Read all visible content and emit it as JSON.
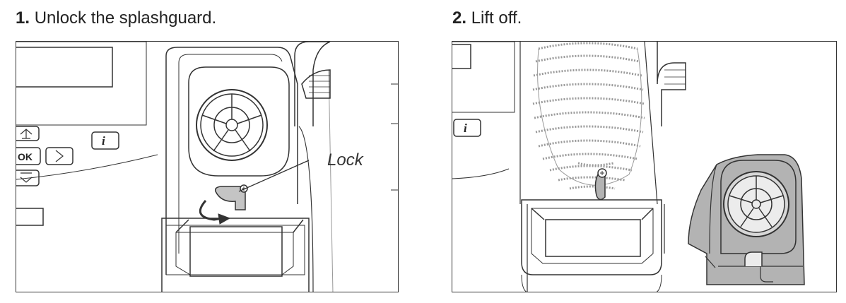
{
  "steps": [
    {
      "number": "1.",
      "text": "Unlock the splashguard."
    },
    {
      "number": "2.",
      "text": "Lift off."
    }
  ],
  "illustration1": {
    "callout_label": "Lock",
    "buttons": {
      "info": "i",
      "ok": "OK"
    },
    "icons": [
      "up-arrow-icon",
      "right-arrow-icon",
      "down-arrow-icon",
      "info-icon",
      "rotate-arrow-icon",
      "screw-icon"
    ]
  },
  "illustration2": {
    "buttons": {
      "info": "i"
    },
    "icons": [
      "info-icon",
      "screw-icon"
    ]
  },
  "colors": {
    "line": "#333333",
    "gray_fill": "#b3b3b3",
    "coil": "#9a9a9a"
  }
}
